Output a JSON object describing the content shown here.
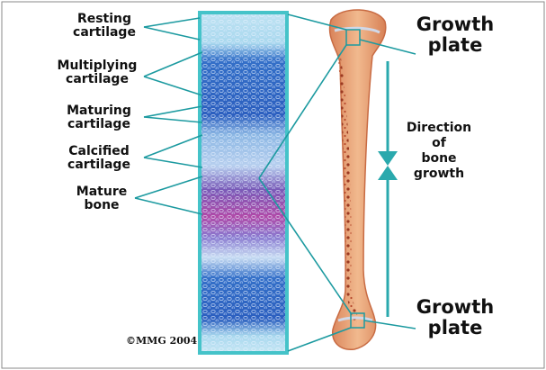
{
  "left_labels": {
    "resting_cartilage": [
      "Resting",
      "cartilage"
    ],
    "multiplying_cartilage": [
      "Multiplying",
      "cartilage"
    ],
    "maturing_cartilage": [
      "Maturing",
      "cartilage"
    ],
    "calcified_cartilage": [
      "Calcified",
      "cartilage"
    ],
    "mature_bone": [
      "Mature",
      "bone"
    ]
  },
  "right_labels": {
    "growth_plate_top": [
      "Growth",
      "plate"
    ],
    "growth_plate_bottom": [
      "Growth",
      "plate"
    ],
    "direction": [
      "Direction",
      "of",
      "bone",
      "growth"
    ]
  },
  "copyright": "©MMG 2004",
  "colors": {
    "pointer_line": "#1c9aa0",
    "arrow": "#2aa9ad",
    "column_border": "#45c3c9",
    "column_blue": "#2f66c4",
    "bone_orange": "#e8a070",
    "bone_marrow": "#a33f2a"
  }
}
